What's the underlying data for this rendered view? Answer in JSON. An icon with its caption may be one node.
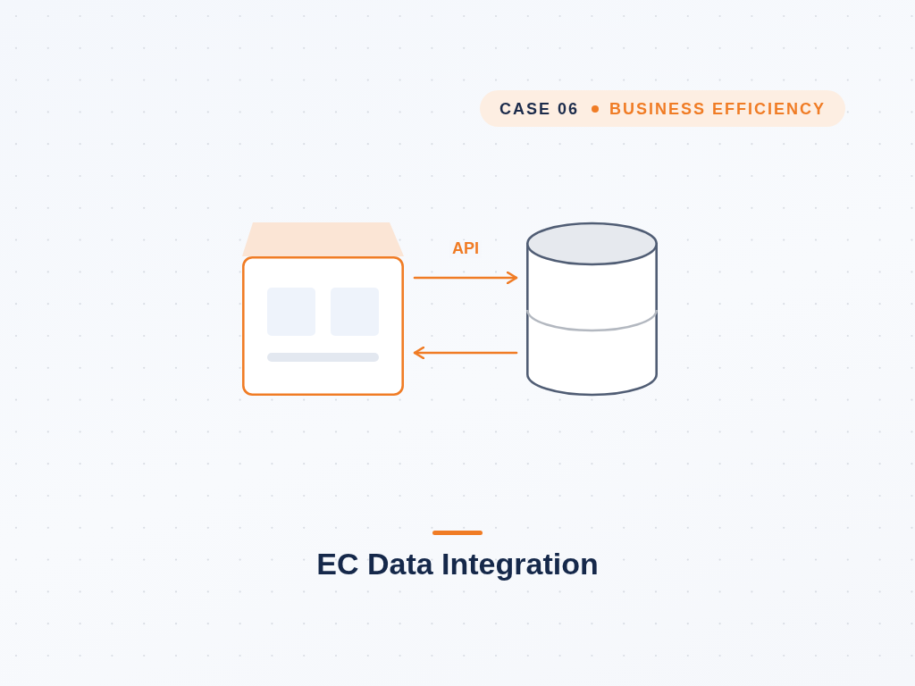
{
  "diagram": {
    "title": "EC Data Integration",
    "nodes": [
      {
        "text": [
          "CASE 06",
          "BUSINESS EFFICIENCY"
        ]
      },
      {
        "text": [],
        "shape": "box"
      },
      {
        "text": [],
        "shape": "cylinder"
      }
    ],
    "edges": [
      {
        "from": 1,
        "to": 2,
        "arrow": "to",
        "label": "API"
      },
      {
        "from": 2,
        "to": 1,
        "arrow": "to"
      }
    ]
  }
}
